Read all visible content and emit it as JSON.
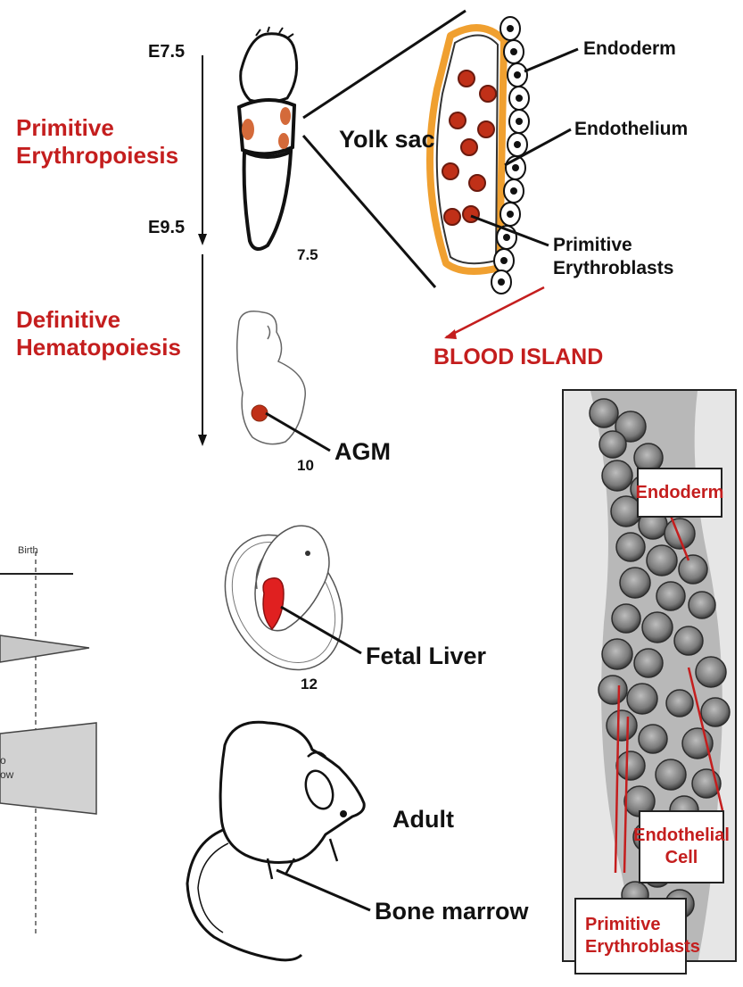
{
  "timeline": {
    "e75": "E7.5",
    "e95": "E9.5",
    "primitive": [
      "Primitive",
      "Erythropoiesis"
    ],
    "definitive": [
      "Definitive",
      "Hematopoiesis"
    ]
  },
  "yolk_sac": {
    "label": "Yolk sac",
    "stage": "7.5",
    "endoderm": "Endoderm",
    "endothelium": "Endothelium",
    "primitive_erythroblasts": [
      "Primitive",
      "Erythroblasts"
    ],
    "blood_island": "BLOOD ISLAND"
  },
  "embryo10": {
    "label": "AGM",
    "stage": "10"
  },
  "embryo12": {
    "label": "Fetal Liver",
    "stage": "12"
  },
  "adult": {
    "label": "Adult",
    "bone_marrow": "Bone marrow"
  },
  "left_chart": {
    "birth": "Birth",
    "frag1": "o",
    "frag2": "ow"
  },
  "micrograph": {
    "endoderm": "Endoderm",
    "endothelial_cell": [
      "Endothelial",
      "Cell"
    ],
    "primitive_erythroblasts": [
      "Primitive",
      "Erythroblasts"
    ]
  },
  "colors": {
    "accent_red": "#c41e1e",
    "orange": "#f0a030",
    "cell_red": "#c03018"
  }
}
